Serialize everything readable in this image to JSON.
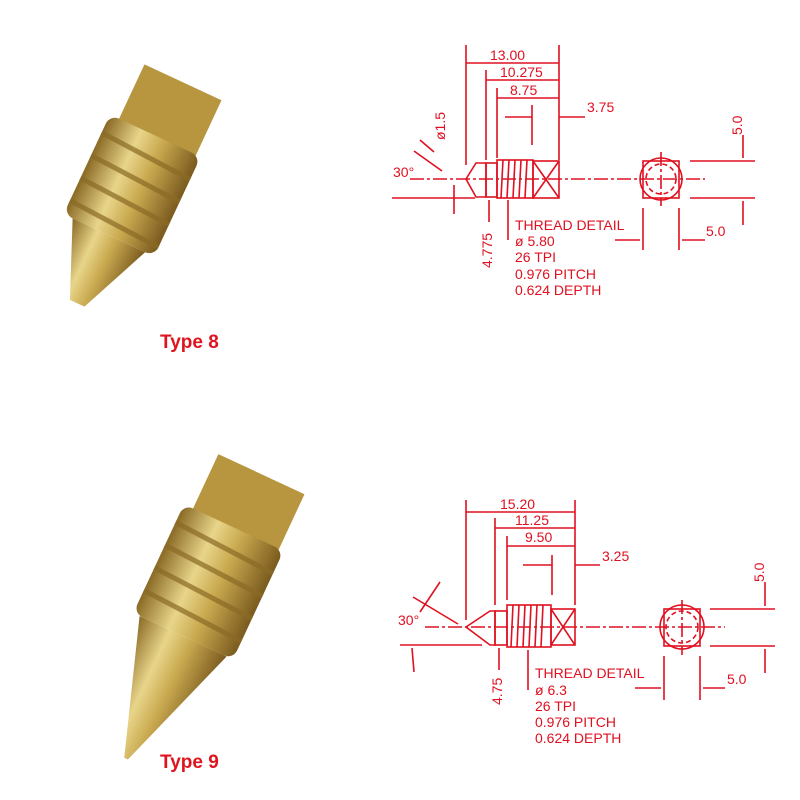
{
  "products": [
    {
      "label": "Type 8",
      "drawing": {
        "overall": "13.00",
        "thread_start": "10.275",
        "thread_len": "8.75",
        "hex_len": "3.75",
        "tip_dia": "ø1.5",
        "angle": "30°",
        "tip_len": "4.775",
        "hex_height": "5.0",
        "hex_width": "5.0",
        "thread_detail": [
          "THREAD DETAIL",
          "ø 5.80",
          "26 TPI",
          "0.976 PITCH",
          "0.624 DEPTH"
        ]
      }
    },
    {
      "label": "Type 9",
      "drawing": {
        "overall": "15.20",
        "thread_start": "11.25",
        "thread_len": "9.50",
        "hex_len": "3.25",
        "angle": "30°",
        "tip_len": "4.75",
        "hex_height": "5.0",
        "hex_width": "5.0",
        "thread_detail": [
          "THREAD DETAIL",
          "ø 6.3",
          "26 TPI",
          "0.976 PITCH",
          "0.624 DEPTH"
        ]
      }
    }
  ],
  "colors": {
    "drawing": "#e01020",
    "label": "#e0141e",
    "brass": "#c9a94f"
  }
}
